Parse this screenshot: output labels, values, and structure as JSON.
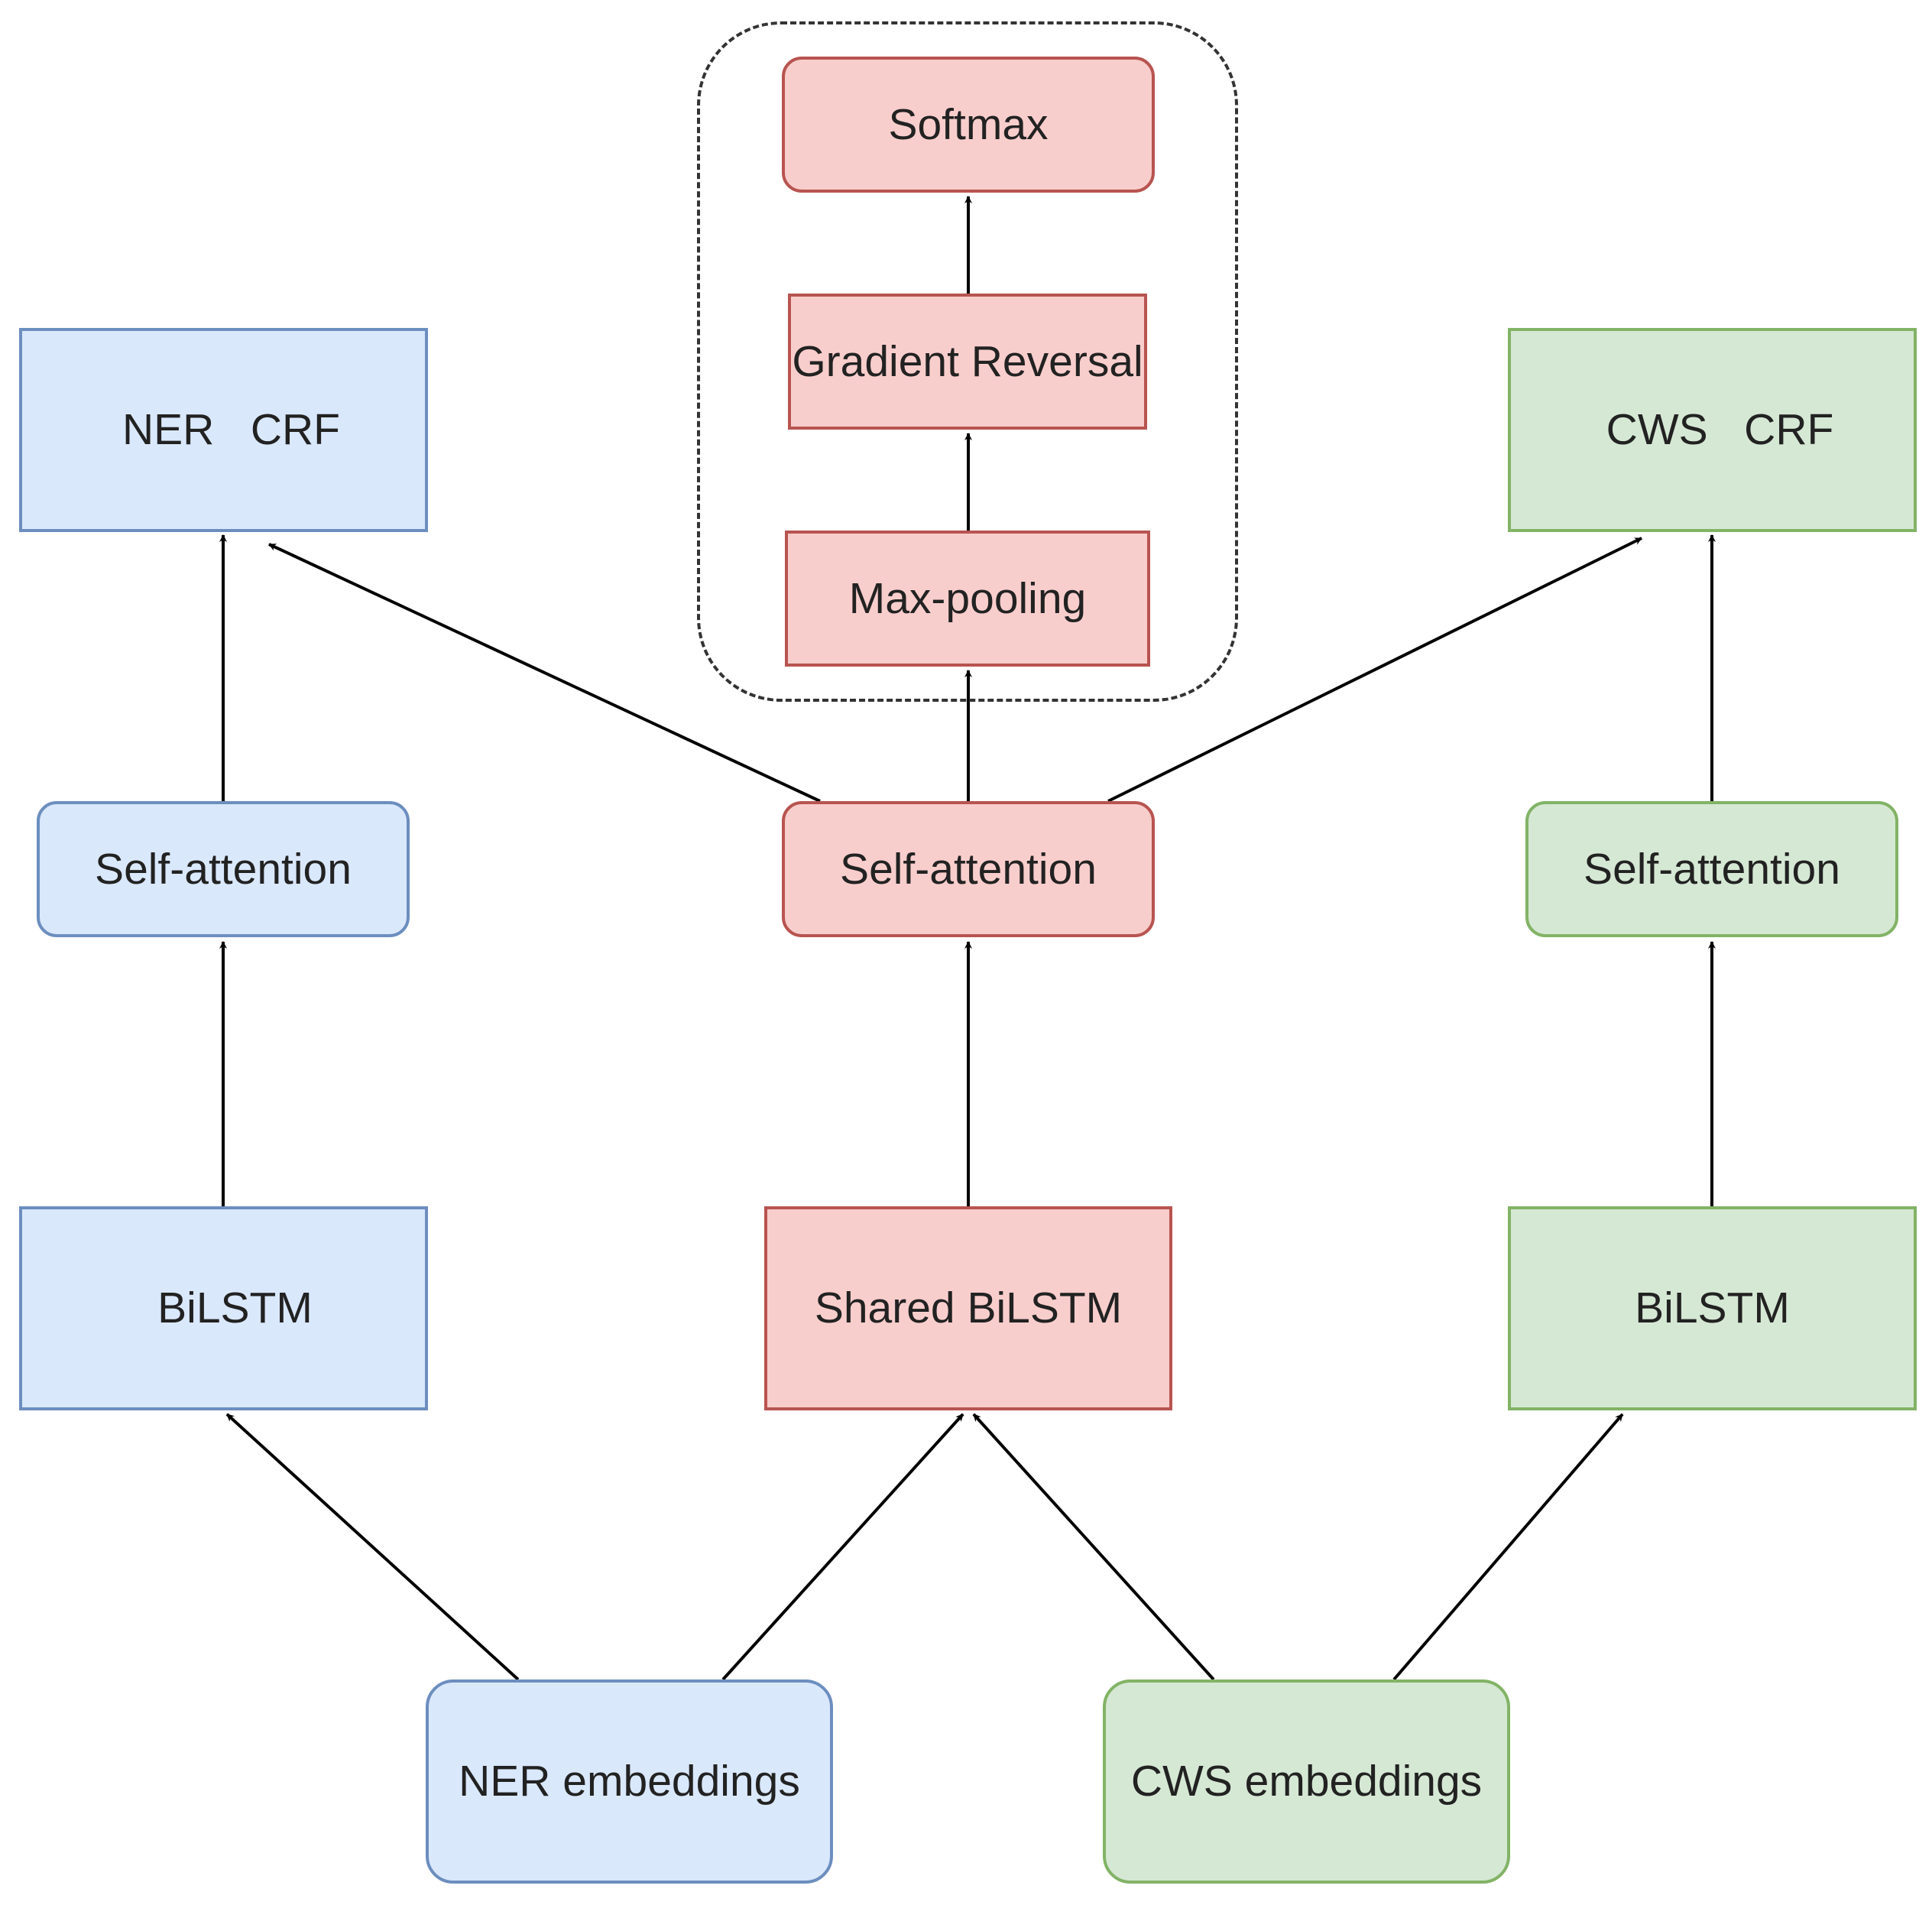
{
  "colors": {
    "blue_fill": "#dae8fc",
    "blue_stroke": "#6c8ebf",
    "red_fill": "#f8cecc",
    "red_stroke": "#b85450",
    "green_fill": "#d5e8d4",
    "green_stroke": "#82b366",
    "edge": "#000000",
    "group_border": "#333333"
  },
  "nodes": {
    "ner_crf": "NER   CRF",
    "cws_crf": "CWS   CRF",
    "softmax": "Softmax",
    "gradient_reversal": "Gradient Reversal",
    "max_pooling": "Max-pooling",
    "ner_self_attention": "Self-attention",
    "shared_self_attention": "Self-attention",
    "cws_self_attention": "Self-attention",
    "ner_bilstm": "BiLSTM",
    "shared_bilstm": "Shared BiLSTM",
    "cws_bilstm": "BiLSTM",
    "ner_embeddings": "NER embeddings",
    "cws_embeddings": "CWS embeddings"
  },
  "edges": [
    {
      "from": "ner_embeddings",
      "to": "ner_bilstm"
    },
    {
      "from": "ner_embeddings",
      "to": "shared_bilstm"
    },
    {
      "from": "cws_embeddings",
      "to": "shared_bilstm"
    },
    {
      "from": "cws_embeddings",
      "to": "cws_bilstm"
    },
    {
      "from": "ner_bilstm",
      "to": "ner_self_attention"
    },
    {
      "from": "shared_bilstm",
      "to": "shared_self_attention"
    },
    {
      "from": "cws_bilstm",
      "to": "cws_self_attention"
    },
    {
      "from": "ner_self_attention",
      "to": "ner_crf"
    },
    {
      "from": "cws_self_attention",
      "to": "cws_crf"
    },
    {
      "from": "shared_self_attention",
      "to": "ner_crf"
    },
    {
      "from": "shared_self_attention",
      "to": "cws_crf"
    },
    {
      "from": "shared_self_attention",
      "to": "max_pooling"
    },
    {
      "from": "max_pooling",
      "to": "gradient_reversal"
    },
    {
      "from": "gradient_reversal",
      "to": "softmax"
    }
  ]
}
